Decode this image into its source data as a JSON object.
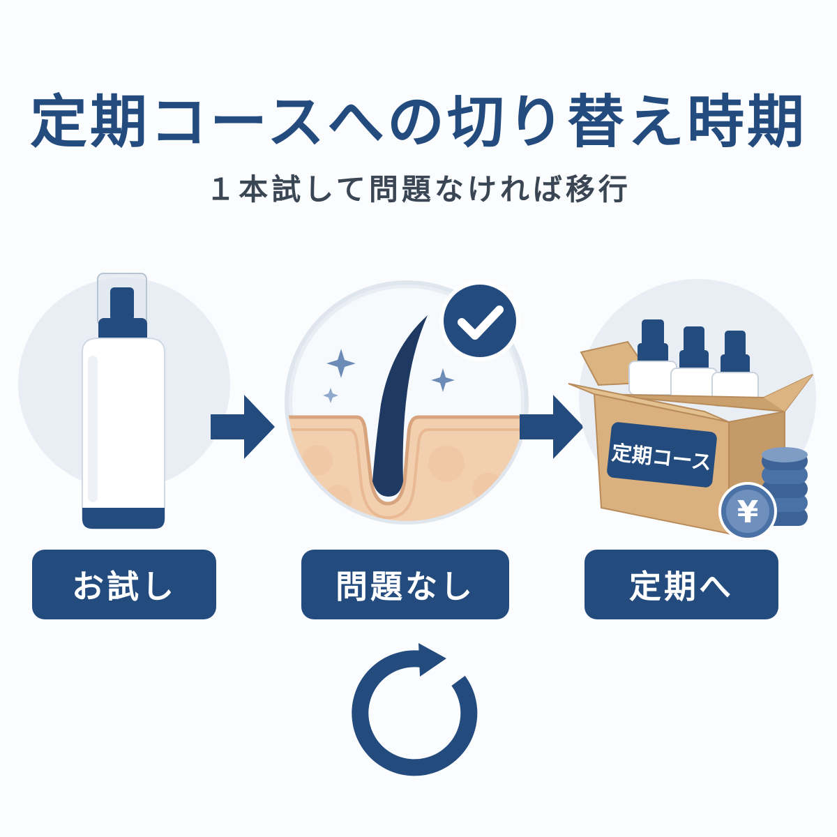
{
  "title": "定期コースへの切り替え時期",
  "subtitle": "１本試して問題なければ移行",
  "steps": [
    {
      "label": "お試し",
      "icon": "spray-bottle-icon"
    },
    {
      "label": "問題なし",
      "icon": "healthy-hair-scalp-icon"
    },
    {
      "label": "定期へ",
      "icon": "subscription-box-icon"
    }
  ],
  "box_label": "定期コース",
  "coin_symbol": "¥",
  "colors": {
    "primary": "#234b7d",
    "circle_bg": "#e9eef5",
    "skin": "#f2cfae",
    "box": "#d9b07e"
  }
}
